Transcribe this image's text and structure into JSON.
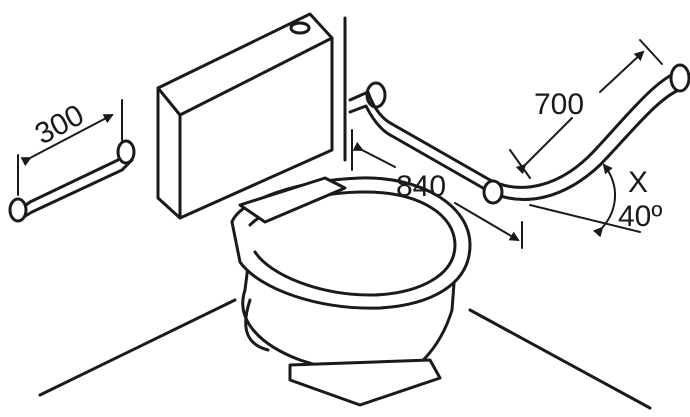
{
  "dimensions": {
    "left_rail_length": "300",
    "rear_rail_length": "840",
    "angled_rail_length": "700",
    "angle_symbol": "X",
    "angle_value": "40º"
  }
}
